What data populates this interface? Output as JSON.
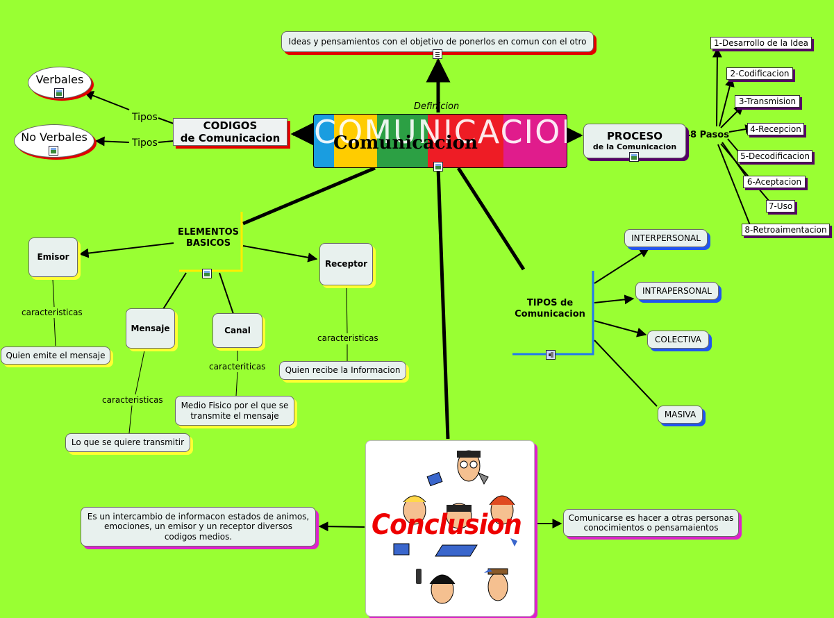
{
  "center": {
    "banner_text": "COMUNICACION",
    "label": "Comunicacion"
  },
  "definition": {
    "link_label": "Definicion",
    "text": "Ideas y pensamientos con el objetivo de ponerlos en comun con el otro"
  },
  "codigos": {
    "title_line1": "CODIGOS",
    "title_line2": "de  Comunicacion",
    "link_label": "Tipos",
    "verbales": "Verbales",
    "no_verbales": "No Verbales"
  },
  "proceso": {
    "title_line1": "PROCESO",
    "title_line2": "de la Comunicacion",
    "pasos_label": "8 Pasos",
    "steps": [
      "1-Desarrollo de la Idea",
      "2-Codificacion",
      "3-Transmision",
      "4-Recepcion",
      "5-Decodificacion",
      "6-Aceptacion",
      "7-Uso",
      "8-Retroaimentacion"
    ]
  },
  "elementos": {
    "title_line1": "ELEMENTOS",
    "title_line2": "BASICOS",
    "emisor": "Emisor",
    "emisor_link": "caracteristicas",
    "emisor_desc": "Quien emite el mensaje",
    "mensaje": "Mensaje",
    "mensaje_link": "caracteristicas",
    "mensaje_desc": "Lo que se quiere transmitir",
    "canal": "Canal",
    "canal_link": "caracteriticas",
    "canal_desc_line1": "Medio Fisico por el que se",
    "canal_desc_line2": "transmite el mensaje",
    "receptor": "Receptor",
    "receptor_link": "caracteristicas",
    "receptor_desc": "Quien recibe la Informacion"
  },
  "tipos": {
    "title_line1": "TIPOS de",
    "title_line2": "Comunicacion",
    "items": [
      "INTERPERSONAL",
      "INTRAPERSONAL",
      "COLECTIVA",
      "MASIVA"
    ]
  },
  "conclusion": {
    "label": "Conclusion",
    "left_line1": "Es un intercambio de informacon estados de animos,",
    "left_line2": "emociones, un emisor y un receptor diversos",
    "left_line3": "codigos medios.",
    "right_line1": "Comunicarse es hacer a otras personas",
    "right_line2": "conocimientos o pensamaientos"
  },
  "icons": [
    "image-icon",
    "document-icon",
    "sound-icon"
  ],
  "colors": {
    "background": "#99ff33",
    "node_fill": "#e8f1ee",
    "shadow_red": "#e00000",
    "shadow_yellow": "#ffff33",
    "shadow_blue": "#2255ee",
    "shadow_magenta": "#dd22cc",
    "conclusion_text": "#ee0000"
  }
}
